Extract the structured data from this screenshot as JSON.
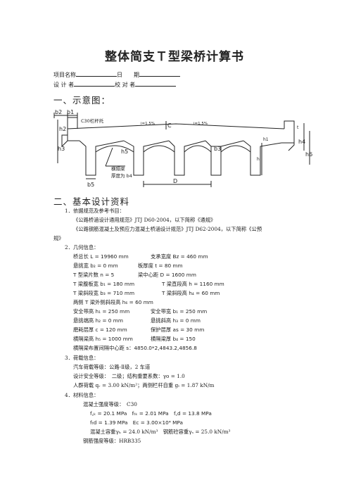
{
  "title": "整体简支Ｔ型梁桥计算书",
  "meta": {
    "project_name_label": "项目名称",
    "date_label": "日　　期",
    "design_label": "设 计 者",
    "review_label": "校 对 者"
  },
  "section1": {
    "heading": "一、示意图："
  },
  "diagram": {
    "labels": {
      "b2": "b2",
      "b1": "b1",
      "railing": "C30栏杆托",
      "slope_left": "i=1.5%",
      "C": "C",
      "slope_right": "i=1.5%",
      "t": "t",
      "h2": "h2",
      "h3": "h3",
      "h5": "h5",
      "b3": "b3",
      "h4": "h4",
      "h6": "h6",
      "h": "h",
      "h1": "h1",
      "cross_beam": "横隔梁",
      "thickness_b4": "厚度为 b4",
      "b5": "b5",
      "D": "D"
    }
  },
  "section2": {
    "heading": "二、基本设计资料"
  },
  "items": {
    "i1": "1．依据规范及参考书目：",
    "i1a": "《公路桥涵设计通用规范》JTJ D60-2004，以下简称《通规》",
    "i1b": "《公路钢筋混凝土及预应力混凝土桥涵设计规范》JTJ  D62-2004，以下简称《公预",
    "i1c": "规》",
    "i2": "2．几何信息：",
    "g1a": "桥总长 L = 19960 mm",
    "g1b": "支承宽度 Bz = 460 mm",
    "g2a": "悬挑宽 b₂ = 0 mm",
    "g2b": "板厚度 t = 80 mm",
    "g3a": "T 型梁片数 n = 5",
    "g3b": "梁中心距 D = 1600 mm",
    "g4a": "T 梁腹板宽 b₁ = 180 mm",
    "g4b": "T 梁直段高 h = 1160 mm",
    "g5a": "T 梁斜段宽 b₃ = 710 mm",
    "g5b": "T 梁斜段高 h₄ = 60 mm",
    "g6": "两侧 T 梁外侧斜段高 h₆ = 60 mm",
    "g7a": "安全带高 h₁ = 250 mm",
    "g7b": "安全带宽 b₁ = 250 mm",
    "g8a": "悬挑端高 h₂ = 0 mm",
    "g8b": "悬挑斜高 h₃ = 0 mm",
    "g9a": "磨耗层厚 c = 120 mm",
    "g9b": "保护层厚 as = 30 mm",
    "g10a": "横隔梁高 h₅ = 1000 mm",
    "g10b": "横隔梁厚 b₄ = 150",
    "g11": "横隔梁布置间隔中心距 s：4850.0*2,4843.2,4856.8",
    "i3": "3．荷载信息：",
    "l1": "汽车荷载等级：公路-Ⅱ级，2 车道",
    "l2": "设计安全等级：　二级；结构重要系数：γo = 1.0",
    "l3": "人群荷载 qᵣ = 3.00 kN/m²；两侧栏杆自重 gₗ = 1.87 kN/m",
    "i4": "4．材料信息：",
    "m1": "混凝土强度等级：　C30",
    "m2": "f꜀ₖ = 20.1 MPa　fₜₖ = 2.01 MPa　f꜀d = 13.8 MPa",
    "m3": "fₜd = 1.39 MPa　Ec = 3.00×10⁴ MPa",
    "m4": "混凝土容重γₕ = 24.0 kN/m³　钢筋砼容重γₛ = 25.0 kN/m³",
    "m5": "钢筋强度等级：HRB335"
  }
}
